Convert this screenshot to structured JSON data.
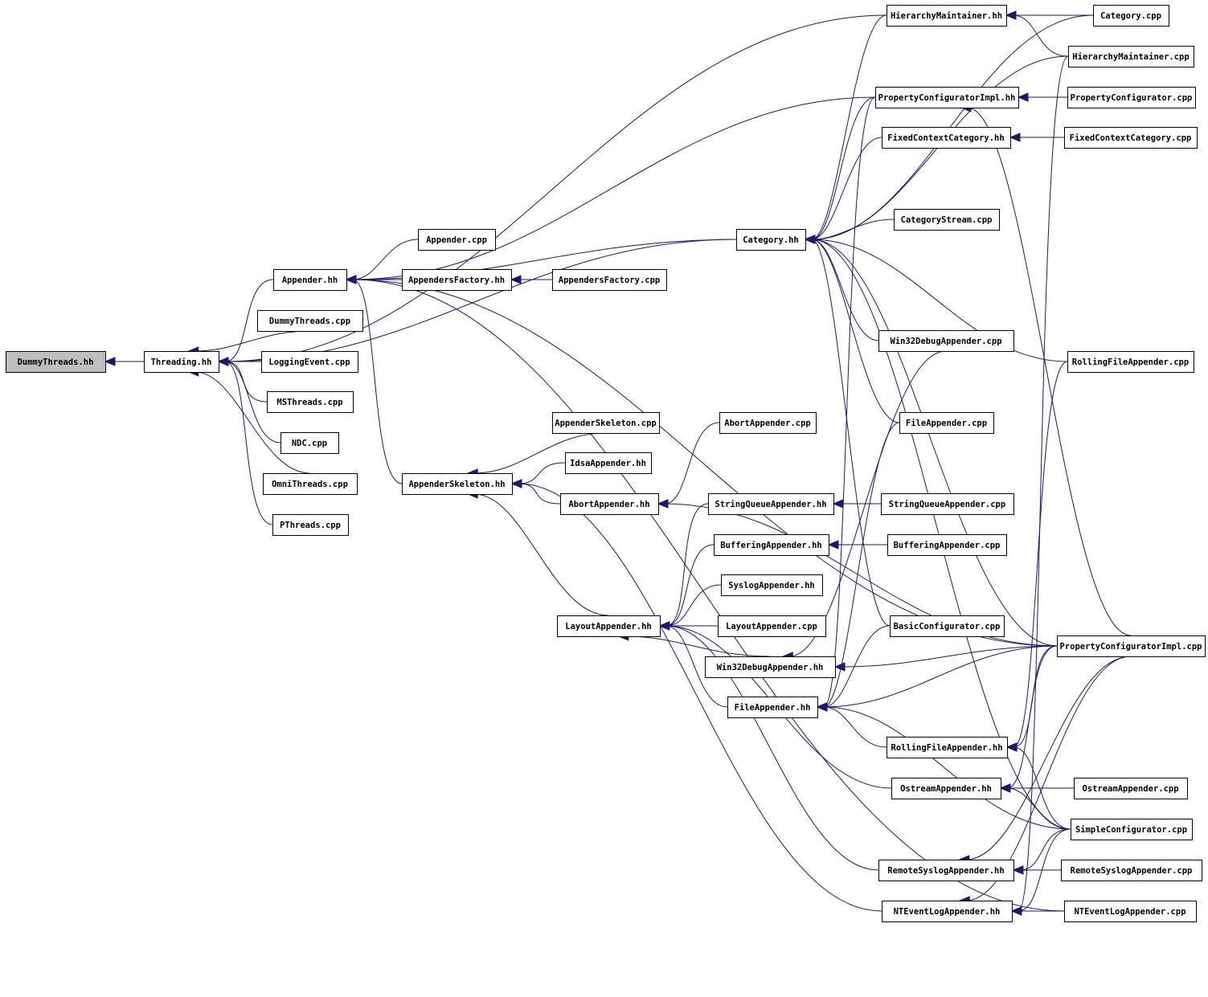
{
  "diagram": {
    "title": "DummyThreads.hh include dependency graph",
    "colors": {
      "edge": "#191970",
      "root_fill": "#bfbfbf",
      "node_fill": "#ffffff",
      "border": "#000000"
    },
    "nodes": [
      {
        "id": "DummyThreads.hh",
        "label": "DummyThreads.hh",
        "root": true
      },
      {
        "id": "Threading.hh",
        "label": "Threading.hh"
      },
      {
        "id": "Appender.hh",
        "label": "Appender.hh"
      },
      {
        "id": "DummyThreads.cpp",
        "label": "DummyThreads.cpp"
      },
      {
        "id": "LoggingEvent.cpp",
        "label": "LoggingEvent.cpp"
      },
      {
        "id": "MSThreads.cpp",
        "label": "MSThreads.cpp"
      },
      {
        "id": "NDC.cpp",
        "label": "NDC.cpp"
      },
      {
        "id": "OmniThreads.cpp",
        "label": "OmniThreads.cpp"
      },
      {
        "id": "PThreads.cpp",
        "label": "PThreads.cpp"
      },
      {
        "id": "Appender.cpp",
        "label": "Appender.cpp"
      },
      {
        "id": "AppendersFactory.hh",
        "label": "AppendersFactory.hh"
      },
      {
        "id": "AppendersFactory.cpp",
        "label": "AppendersFactory.cpp"
      },
      {
        "id": "Category.hh",
        "label": "Category.hh"
      },
      {
        "id": "HierarchyMaintainer.hh",
        "label": "HierarchyMaintainer.hh"
      },
      {
        "id": "Category.cpp",
        "label": "Category.cpp"
      },
      {
        "id": "HierarchyMaintainer.cpp",
        "label": "HierarchyMaintainer.cpp"
      },
      {
        "id": "PropertyConfiguratorImpl.hh",
        "label": "PropertyConfiguratorImpl.hh"
      },
      {
        "id": "PropertyConfigurator.cpp",
        "label": "PropertyConfigurator.cpp"
      },
      {
        "id": "FixedContextCategory.hh",
        "label": "FixedContextCategory.hh"
      },
      {
        "id": "FixedContextCategory.cpp",
        "label": "FixedContextCategory.cpp"
      },
      {
        "id": "CategoryStream.cpp",
        "label": "CategoryStream.cpp"
      },
      {
        "id": "Win32DebugAppender.cpp",
        "label": "Win32DebugAppender.cpp"
      },
      {
        "id": "RollingFileAppender.cpp",
        "label": "RollingFileAppender.cpp"
      },
      {
        "id": "FileAppender.cpp",
        "label": "FileAppender.cpp"
      },
      {
        "id": "AppenderSkeleton.hh",
        "label": "AppenderSkeleton.hh"
      },
      {
        "id": "AppenderSkeleton.cpp",
        "label": "AppenderSkeleton.cpp"
      },
      {
        "id": "IdsaAppender.hh",
        "label": "IdsaAppender.hh"
      },
      {
        "id": "AbortAppender.hh",
        "label": "AbortAppender.hh"
      },
      {
        "id": "AbortAppender.cpp",
        "label": "AbortAppender.cpp"
      },
      {
        "id": "StringQueueAppender.hh",
        "label": "StringQueueAppender.hh"
      },
      {
        "id": "StringQueueAppender.cpp",
        "label": "StringQueueAppender.cpp"
      },
      {
        "id": "BufferingAppender.hh",
        "label": "BufferingAppender.hh"
      },
      {
        "id": "BufferingAppender.cpp",
        "label": "BufferingAppender.cpp"
      },
      {
        "id": "SyslogAppender.hh",
        "label": "SyslogAppender.hh"
      },
      {
        "id": "LayoutAppender.hh",
        "label": "LayoutAppender.hh"
      },
      {
        "id": "LayoutAppender.cpp",
        "label": "LayoutAppender.cpp"
      },
      {
        "id": "Win32DebugAppender.hh",
        "label": "Win32DebugAppender.hh"
      },
      {
        "id": "BasicConfigurator.cpp",
        "label": "BasicConfigurator.cpp"
      },
      {
        "id": "PropertyConfiguratorImpl.cpp",
        "label": "PropertyConfiguratorImpl.cpp"
      },
      {
        "id": "FileAppender.hh",
        "label": "FileAppender.hh"
      },
      {
        "id": "RollingFileAppender.hh",
        "label": "RollingFileAppender.hh"
      },
      {
        "id": "OstreamAppender.hh",
        "label": "OstreamAppender.hh"
      },
      {
        "id": "OstreamAppender.cpp",
        "label": "OstreamAppender.cpp"
      },
      {
        "id": "SimpleConfigurator.cpp",
        "label": "SimpleConfigurator.cpp"
      },
      {
        "id": "RemoteSyslogAppender.hh",
        "label": "RemoteSyslogAppender.hh"
      },
      {
        "id": "RemoteSyslogAppender.cpp",
        "label": "RemoteSyslogAppender.cpp"
      },
      {
        "id": "NTEventLogAppender.hh",
        "label": "NTEventLogAppender.hh"
      },
      {
        "id": "NTEventLogAppender.cpp",
        "label": "NTEventLogAppender.cpp"
      }
    ],
    "edges": [
      [
        "Threading.hh",
        "DummyThreads.hh"
      ],
      [
        "Appender.hh",
        "Threading.hh"
      ],
      [
        "DummyThreads.cpp",
        "Threading.hh"
      ],
      [
        "LoggingEvent.cpp",
        "Threading.hh"
      ],
      [
        "MSThreads.cpp",
        "Threading.hh"
      ],
      [
        "NDC.cpp",
        "Threading.hh"
      ],
      [
        "OmniThreads.cpp",
        "Threading.hh"
      ],
      [
        "PThreads.cpp",
        "Threading.hh"
      ],
      [
        "HierarchyMaintainer.hh",
        "Threading.hh"
      ],
      [
        "Category.hh",
        "Threading.hh"
      ],
      [
        "Appender.cpp",
        "Appender.hh"
      ],
      [
        "AppendersFactory.hh",
        "Appender.hh"
      ],
      [
        "AppendersFactory.cpp",
        "AppendersFactory.hh"
      ],
      [
        "Category.hh",
        "Appender.hh"
      ],
      [
        "PropertyConfiguratorImpl.hh",
        "Appender.hh"
      ],
      [
        "AppenderSkeleton.hh",
        "Appender.hh"
      ],
      [
        "PropertyConfiguratorImpl.cpp",
        "Appender.hh"
      ],
      [
        "NTEventLogAppender.cpp",
        "Appender.hh"
      ],
      [
        "HierarchyMaintainer.hh",
        "Category.hh"
      ],
      [
        "Category.cpp",
        "Category.hh"
      ],
      [
        "PropertyConfiguratorImpl.hh",
        "Category.hh"
      ],
      [
        "FixedContextCategory.hh",
        "Category.hh"
      ],
      [
        "CategoryStream.cpp",
        "Category.hh"
      ],
      [
        "HierarchyMaintainer.cpp",
        "Category.hh"
      ],
      [
        "RollingFileAppender.cpp",
        "Category.hh"
      ],
      [
        "Win32DebugAppender.cpp",
        "Category.hh"
      ],
      [
        "FileAppender.cpp",
        "Category.hh"
      ],
      [
        "BasicConfigurator.cpp",
        "Category.hh"
      ],
      [
        "PropertyConfiguratorImpl.cpp",
        "Category.hh"
      ],
      [
        "SimpleConfigurator.cpp",
        "Category.hh"
      ],
      [
        "Category.cpp",
        "HierarchyMaintainer.hh"
      ],
      [
        "HierarchyMaintainer.cpp",
        "HierarchyMaintainer.hh"
      ],
      [
        "PropertyConfigurator.cpp",
        "PropertyConfiguratorImpl.hh"
      ],
      [
        "PropertyConfiguratorImpl.cpp",
        "PropertyConfiguratorImpl.hh"
      ],
      [
        "FixedContextCategory.cpp",
        "FixedContextCategory.hh"
      ],
      [
        "AppenderSkeleton.cpp",
        "AppenderSkeleton.hh"
      ],
      [
        "IdsaAppender.hh",
        "AppenderSkeleton.hh"
      ],
      [
        "AbortAppender.hh",
        "AppenderSkeleton.hh"
      ],
      [
        "LayoutAppender.hh",
        "AppenderSkeleton.hh"
      ],
      [
        "NTEventLogAppender.hh",
        "AppenderSkeleton.hh"
      ],
      [
        "AbortAppender.cpp",
        "AbortAppender.hh"
      ],
      [
        "PropertyConfiguratorImpl.cpp",
        "AbortAppender.hh"
      ],
      [
        "StringQueueAppender.cpp",
        "StringQueueAppender.hh"
      ],
      [
        "BufferingAppender.cpp",
        "BufferingAppender.hh"
      ],
      [
        "StringQueueAppender.hh",
        "LayoutAppender.hh"
      ],
      [
        "BufferingAppender.hh",
        "LayoutAppender.hh"
      ],
      [
        "SyslogAppender.hh",
        "LayoutAppender.hh"
      ],
      [
        "LayoutAppender.cpp",
        "LayoutAppender.hh"
      ],
      [
        "Win32DebugAppender.hh",
        "LayoutAppender.hh"
      ],
      [
        "FileAppender.hh",
        "LayoutAppender.hh"
      ],
      [
        "OstreamAppender.hh",
        "LayoutAppender.hh"
      ],
      [
        "RemoteSyslogAppender.hh",
        "LayoutAppender.hh"
      ],
      [
        "Win32DebugAppender.cpp",
        "Win32DebugAppender.hh"
      ],
      [
        "PropertyConfiguratorImpl.cpp",
        "Win32DebugAppender.hh"
      ],
      [
        "FileAppender.cpp",
        "FileAppender.hh"
      ],
      [
        "BasicConfigurator.cpp",
        "FileAppender.hh"
      ],
      [
        "PropertyConfiguratorImpl.hh",
        "FileAppender.hh"
      ],
      [
        "PropertyConfiguratorImpl.cpp",
        "FileAppender.hh"
      ],
      [
        "RollingFileAppender.hh",
        "FileAppender.hh"
      ],
      [
        "SimpleConfigurator.cpp",
        "FileAppender.hh"
      ],
      [
        "RollingFileAppender.cpp",
        "RollingFileAppender.hh"
      ],
      [
        "PropertyConfiguratorImpl.cpp",
        "RollingFileAppender.hh"
      ],
      [
        "SimpleConfigurator.cpp",
        "RollingFileAppender.hh"
      ],
      [
        "OstreamAppender.cpp",
        "OstreamAppender.hh"
      ],
      [
        "PropertyConfiguratorImpl.cpp",
        "OstreamAppender.hh"
      ],
      [
        "SimpleConfigurator.cpp",
        "OstreamAppender.hh"
      ],
      [
        "RemoteSyslogAppender.cpp",
        "RemoteSyslogAppender.hh"
      ],
      [
        "PropertyConfiguratorImpl.cpp",
        "RemoteSyslogAppender.hh"
      ],
      [
        "SimpleConfigurator.cpp",
        "RemoteSyslogAppender.hh"
      ],
      [
        "NTEventLogAppender.cpp",
        "NTEventLogAppender.hh"
      ],
      [
        "PropertyConfiguratorImpl.cpp",
        "NTEventLogAppender.hh"
      ],
      [
        "SimpleConfigurator.cpp",
        "NTEventLogAppender.hh"
      ],
      [
        "HierarchyMaintainer.cpp",
        "NTEventLogAppender.hh"
      ]
    ]
  }
}
